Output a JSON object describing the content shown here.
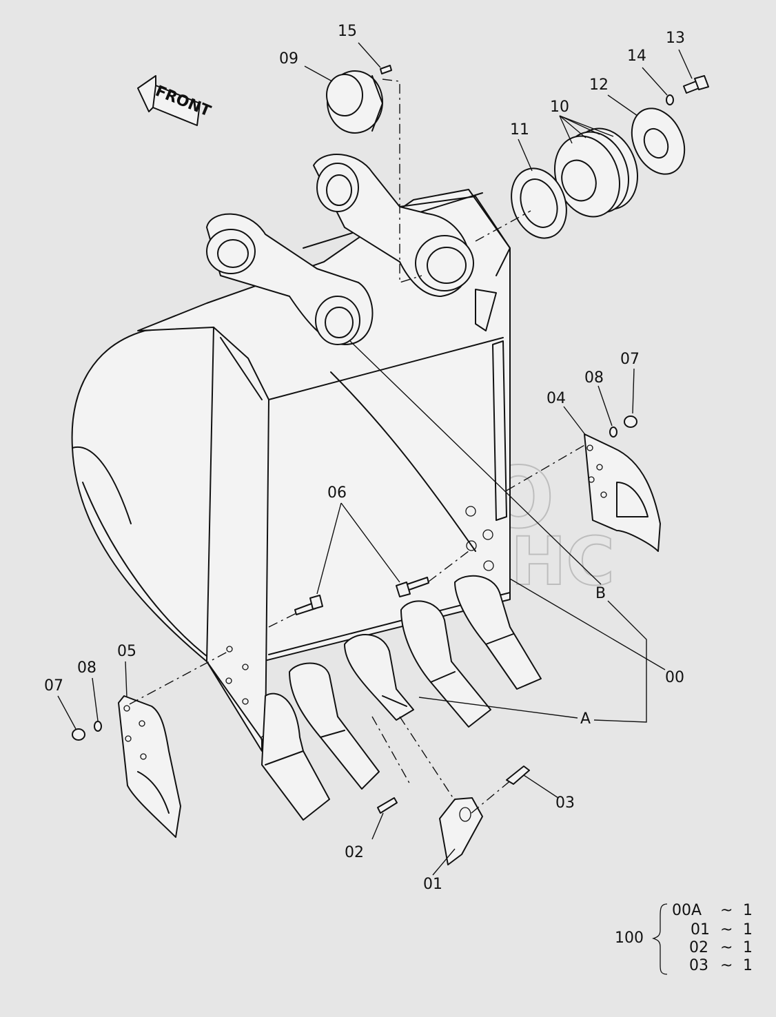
{
  "diagram": {
    "front_arrow_label": "FRONT",
    "watermark": {
      "line1": "АВТО",
      "line2": "АЛЬЯНС"
    },
    "callouts": [
      {
        "id": "15",
        "text": "15"
      },
      {
        "id": "09",
        "text": "09"
      },
      {
        "id": "13",
        "text": "13"
      },
      {
        "id": "14",
        "text": "14"
      },
      {
        "id": "12",
        "text": "12"
      },
      {
        "id": "10",
        "text": "10"
      },
      {
        "id": "11",
        "text": "11"
      },
      {
        "id": "07r",
        "text": "07"
      },
      {
        "id": "08r",
        "text": "08"
      },
      {
        "id": "04",
        "text": "04"
      },
      {
        "id": "06",
        "text": "06"
      },
      {
        "id": "B",
        "text": "B"
      },
      {
        "id": "00",
        "text": "00"
      },
      {
        "id": "A",
        "text": "A"
      },
      {
        "id": "05",
        "text": "05"
      },
      {
        "id": "08l",
        "text": "08"
      },
      {
        "id": "07l",
        "text": "07"
      },
      {
        "id": "03",
        "text": "03"
      },
      {
        "id": "02",
        "text": "02"
      },
      {
        "id": "01",
        "text": "01"
      }
    ],
    "assembly": {
      "number": "100",
      "rows": [
        {
          "part": "00A",
          "sep": "~",
          "qty": "1"
        },
        {
          "part": "01",
          "sep": "~",
          "qty": "1"
        },
        {
          "part": "02",
          "sep": "~",
          "qty": "1"
        },
        {
          "part": "03",
          "sep": "~",
          "qty": "1"
        }
      ]
    }
  }
}
